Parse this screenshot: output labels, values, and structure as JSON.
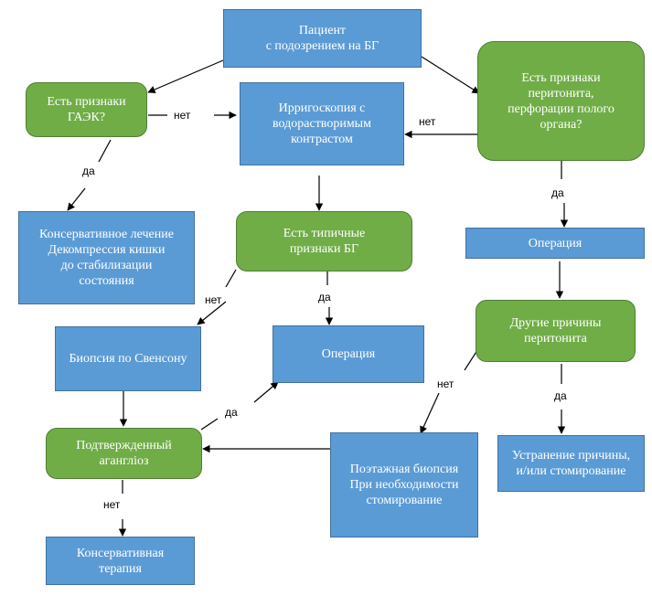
{
  "colors": {
    "rect_fill": "#5b9bd5",
    "decision_fill": "#70ad47",
    "arrow": "#000000",
    "text": "#ffffff"
  },
  "nodes": {
    "patient": "Пациент\nс подозрением на БГ",
    "gaek_question": "Есть признаки\nГАЭК?",
    "irrigoscopy": "Ирригоскопия с\nводорастворимым\nконтрастом",
    "peritonitis_question": "Есть признаки\nперитонита,\nперфорации полого\nоргана?",
    "conservative_treatment": "Консервативное лечение\nДекомпрессия кишки\nдо стабилизации\nсостояния",
    "typical_signs": "Есть типичные\nпризнаки БГ",
    "operation_right": "Операция",
    "swenson_biopsy": "Биопсия по Свенсону",
    "operation_center": "Операция",
    "other_causes": "Другие причины\nперитонита",
    "confirmed_aganglionosis": "Подтвержденный\nагангліоз",
    "layered_biopsy": "Поэтажная биопсия\nПри необходимости\nстомирование",
    "elimination": "Устранение причины,\nи/или стомирование",
    "conservative_therapy": "Консервативная\nтерапия"
  },
  "edge_labels": {
    "gaek_no": "нет",
    "gaek_yes": "да",
    "peritonitis_no": "нет",
    "peritonitis_yes": "да",
    "typical_no": "нет",
    "typical_yes": "да",
    "confirmed_yes": "да",
    "confirmed_no": "нет",
    "other_no": "нет",
    "other_yes": "да"
  }
}
